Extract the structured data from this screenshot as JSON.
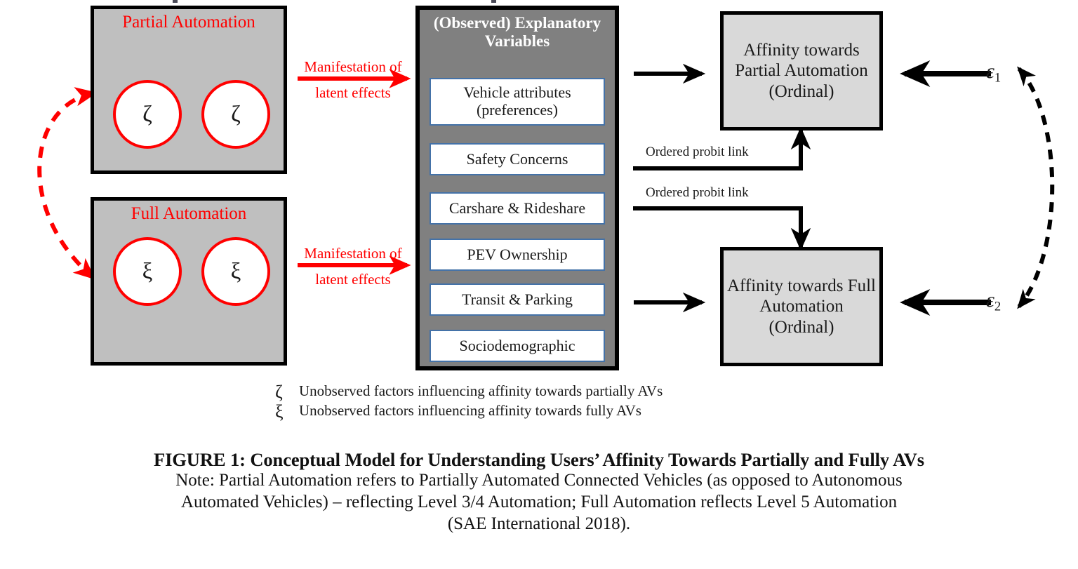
{
  "figure": {
    "latent_boxes": [
      {
        "title": "Partial Automation",
        "symbol": "ζ",
        "name": "partial-automation"
      },
      {
        "title": "Full Automation",
        "symbol": "ξ",
        "name": "full-automation"
      }
    ],
    "explanatory": {
      "header": "(Observed) Explanatory Variables",
      "items": [
        "Vehicle attributes (preferences)",
        "Safety Concerns",
        "Carshare & Rideshare",
        "PEV Ownership",
        "Transit & Parking",
        "Sociodemographic"
      ]
    },
    "outcomes": [
      {
        "text": "Affinity towards Partial Automation (Ordinal)",
        "error_label": "ε",
        "error_index": "1"
      },
      {
        "text": "Affinity towards Full Automation (Ordinal)",
        "error_label": "ε",
        "error_index": "2"
      }
    ],
    "manifestation_label": {
      "line1": "Manifestation of",
      "line2": "latent effects"
    },
    "probit_label": "Ordered probit link",
    "legend": [
      {
        "symbol": "ζ",
        "text": "Unobserved factors influencing affinity towards partially AVs"
      },
      {
        "symbol": "ξ",
        "text": "Unobserved factors influencing affinity towards fully AVs"
      }
    ],
    "caption": {
      "title": "FIGURE 1: Conceptual Model for Understanding Users’ Affinity Towards Partially and Fully AVs",
      "note_line1": "Note: Partial Automation refers to Partially Automated Connected Vehicles (as opposed to Autonomous",
      "note_line2": "Automated Vehicles) – reflecting Level 3/4 Automation; Full Automation reflects Level 5 Automation",
      "note_line3": "(SAE International 2018)."
    },
    "colors": {
      "latent_fill": "#bfbfbf",
      "explanatory_fill": "#808080",
      "outcome_fill": "#d9d9d9",
      "accent_red": "#ff0000",
      "item_border": "#4472a8",
      "stroke_black": "#000000"
    }
  }
}
